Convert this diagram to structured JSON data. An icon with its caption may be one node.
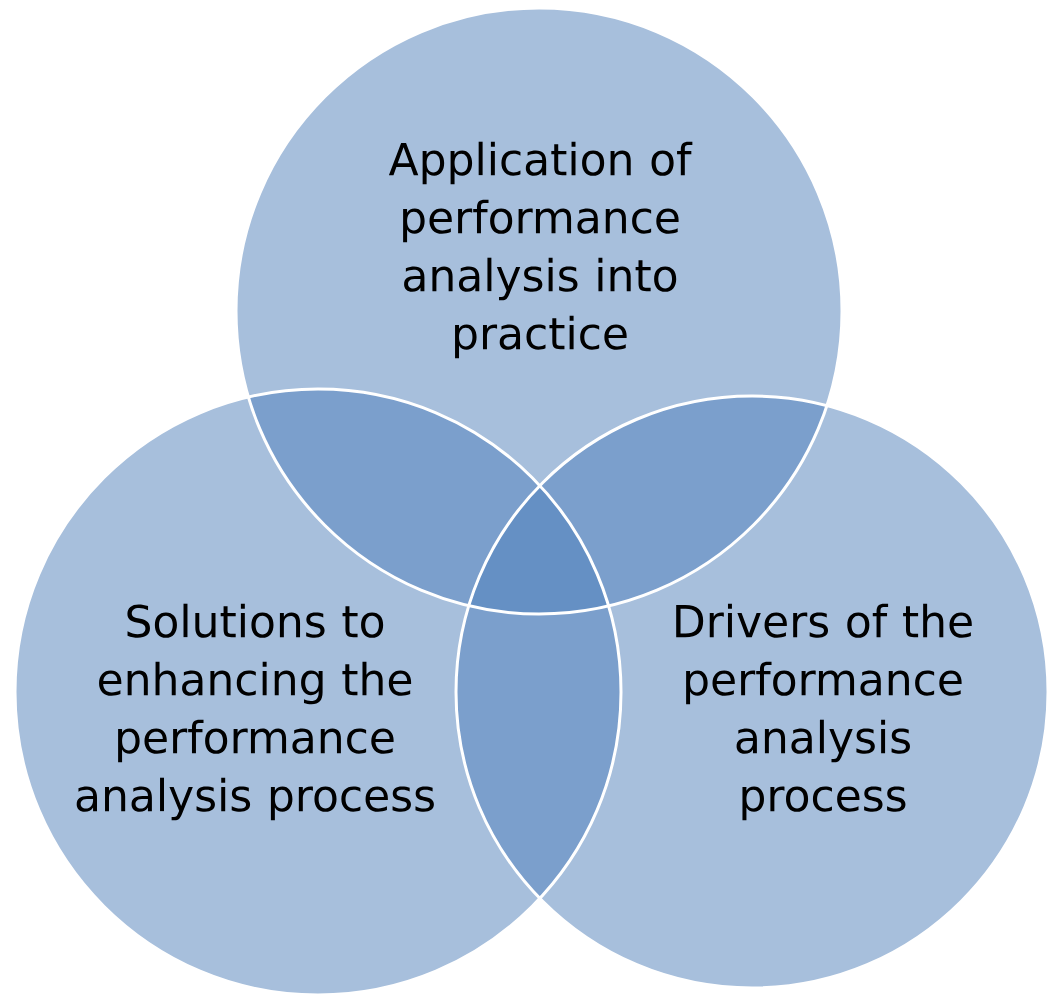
{
  "diagram": {
    "nodes": [
      {
        "text": [
          "Application of performance analysis into practice"
        ]
      },
      {
        "text": [
          "Solutions to enhancing the performance analysis process"
        ]
      },
      {
        "text": [
          "Drivers of the performance analysis process"
        ]
      }
    ]
  }
}
